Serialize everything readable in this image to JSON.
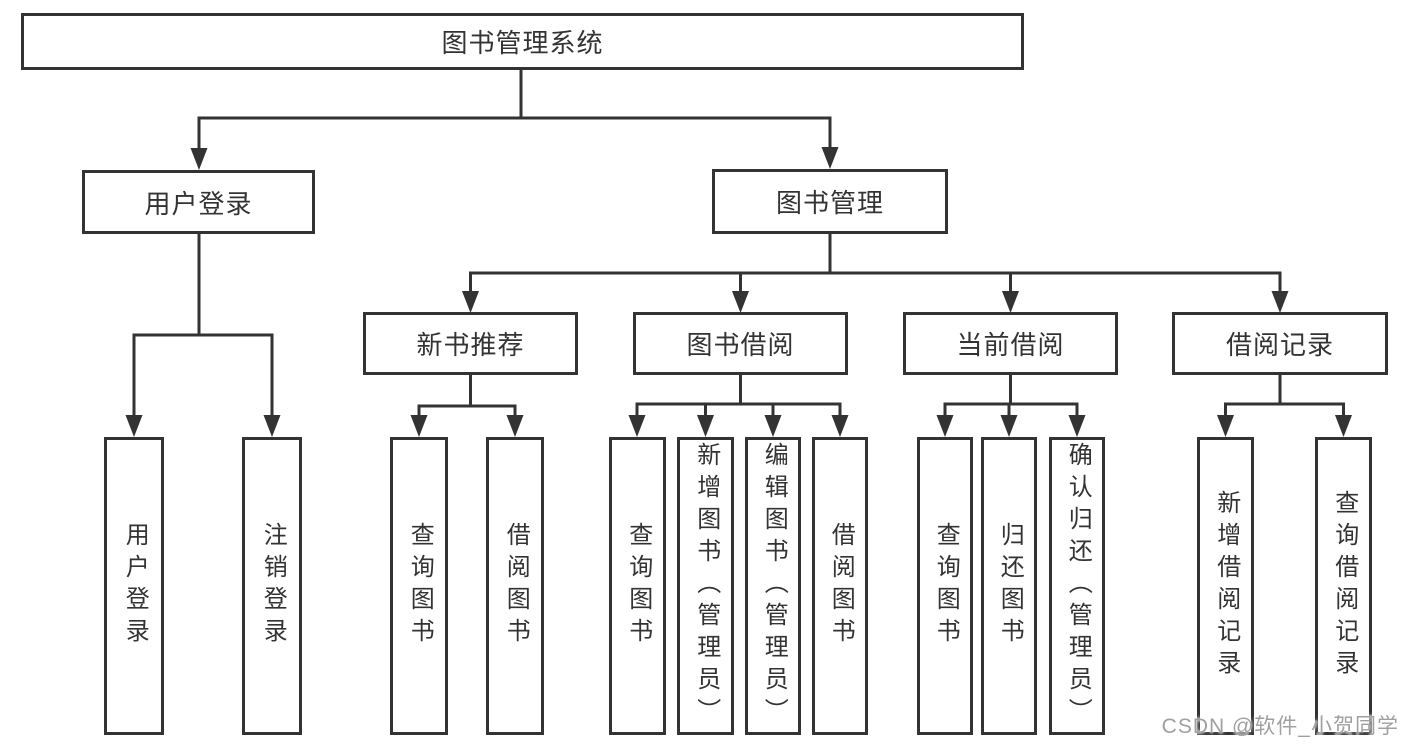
{
  "diagram_type": "hierarchy",
  "colors": {
    "line": "#333333",
    "box_border": "#333333",
    "text": "#333333",
    "watermark": "#a0a0a0",
    "background": "#ffffff"
  },
  "tree": {
    "label": "图书管理系统",
    "children": [
      {
        "label": "用户登录",
        "children": [
          {
            "label": "用户登录"
          },
          {
            "label": "注销登录"
          }
        ]
      },
      {
        "label": "图书管理",
        "children": [
          {
            "label": "新书推荐",
            "children": [
              {
                "label": "查询图书"
              },
              {
                "label": "借阅图书"
              }
            ]
          },
          {
            "label": "图书借阅",
            "children": [
              {
                "label": "查询图书"
              },
              {
                "label": "新增图书（管理员）"
              },
              {
                "label": "编辑图书（管理员）"
              },
              {
                "label": "借阅图书"
              }
            ]
          },
          {
            "label": "当前借阅",
            "children": [
              {
                "label": "查询图书"
              },
              {
                "label": "归还图书"
              },
              {
                "label": "确认归还（管理员）"
              }
            ]
          },
          {
            "label": "借阅记录",
            "children": [
              {
                "label": "新增借阅记录"
              },
              {
                "label": "查询借阅记录"
              }
            ]
          }
        ]
      }
    ]
  },
  "watermark": {
    "text": "CSDN @软件_小贺同学"
  }
}
